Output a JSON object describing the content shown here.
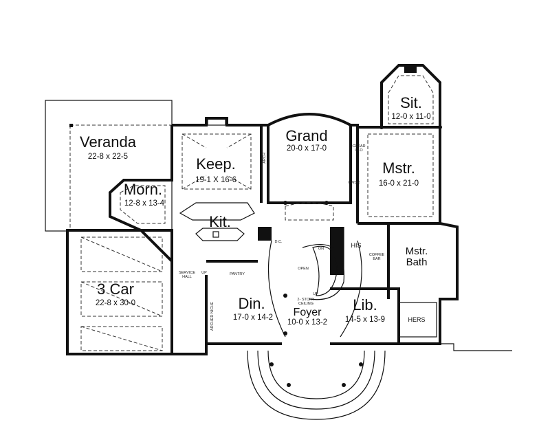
{
  "rooms": {
    "veranda": {
      "name": "Veranda",
      "dim": "22-8 x 22-5"
    },
    "morn": {
      "name": "Morn.",
      "dim": "12-8 x 13-4"
    },
    "keep": {
      "name": "Keep.",
      "dim": "19-1 X 16-6"
    },
    "kit": {
      "name": "Kit."
    },
    "grand": {
      "name": "Grand",
      "dim": "20-0 x 17-0"
    },
    "sit": {
      "name": "Sit.",
      "dim": "12-0 x 11-0"
    },
    "mstr": {
      "name": "Mstr.",
      "dim": "16-0 x 21-0"
    },
    "mstr_bath": {
      "name1": "Mstr.",
      "name2": "Bath"
    },
    "garage": {
      "name": "3 Car",
      "dim": "22-8 x 30-0"
    },
    "din": {
      "name": "Din.",
      "dim": "17-0 x 14-2"
    },
    "foyer": {
      "name": "Foyer",
      "dim": "10-0 x 13-2"
    },
    "lib": {
      "name": "Lib.",
      "dim": "14-5 x 13-9"
    }
  },
  "labels": {
    "arch": "ARCH",
    "cedar_clo_1": "CEDAR",
    "cedar_clo_2": "CLO",
    "pwdr": "PWDR",
    "dc": "D.C.",
    "on": "ON",
    "open": "OPEN",
    "up": "UP",
    "up2": "UP",
    "story_1": "2- STORY",
    "story_2": "CEILING",
    "service_hall_1": "SERVICE",
    "service_hall_2": "HALL",
    "pantry": "PANTRY",
    "arched_niche": "ARCHED NICHE",
    "his": "HIS",
    "hers": "HERS",
    "coffee_bar_1": "COFFEE",
    "coffee_bar_2": "BAR"
  }
}
